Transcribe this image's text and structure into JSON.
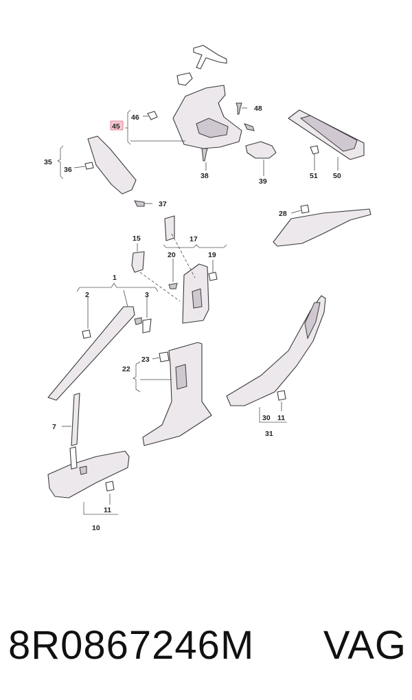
{
  "caption": {
    "part_number": "8R0867246M",
    "brand": "VAG"
  },
  "highlighted_callout": "45",
  "callouts": {
    "c1": "1",
    "c2": "2",
    "c3": "3",
    "c7": "7",
    "c10": "10",
    "c11a": "11",
    "c11b": "11",
    "c15": "15",
    "c17": "17",
    "c19": "19",
    "c20": "20",
    "c22": "22",
    "c23": "23",
    "c28": "28",
    "c30": "30",
    "c31": "31",
    "c35": "35",
    "c36": "36",
    "c37": "37",
    "c38": "38",
    "c39": "39",
    "c45": "45",
    "c46": "46",
    "c48": "48",
    "c50": "50",
    "c51": "51"
  },
  "colors": {
    "highlight_fill": "#f7c9d2",
    "part_fill": "#ece8ec",
    "line": "#3a3a3a"
  }
}
